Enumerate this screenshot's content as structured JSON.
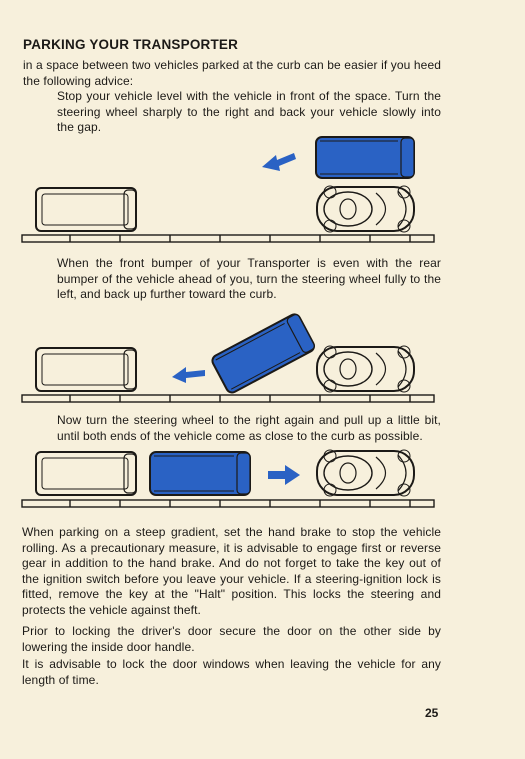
{
  "heading": "PARKING YOUR TRANSPORTER",
  "intro": "in a space between two vehicles parked at the curb can be easier if you heed the following advice:",
  "step1": "Stop your vehicle level with the vehicle in front of the space. Turn the steering wheel sharply to the right and back your vehicle slowly into the gap.",
  "step2": "When the front bumper of your Transporter is even with the rear bumper of the vehicle ahead of you, turn the steering wheel fully to the left, and back up further toward the curb.",
  "step3": "Now turn the steering wheel to the right again and pull up a little bit, until both ends of the vehicle come as close to the curb as possible.",
  "gradient": "When parking on a steep gradient, set the hand brake to stop the vehicle rolling. As a precautionary measure, it is advisable to engage first or reverse gear in addition to the hand brake. And do not forget to take the key out of the ignition switch before you leave your vehicle. If a steering-ignition lock is fitted, remove the key at the \"Halt\" position. This locks the steering and protects the vehicle against theft.",
  "locking": "Prior to locking the driver's door secure the door on the other side by lowering the inside door handle.",
  "windows": "It is advisable to lock the door windows when leaving the vehicle for any length of time.",
  "page_number": "25",
  "colors": {
    "accent_blue": "#2a62c4",
    "ink": "#1c1a17",
    "paper": "#f7f0dc"
  },
  "icons": [
    "parked-van-outline",
    "beetle-car",
    "transporter-blue",
    "direction-arrow"
  ]
}
